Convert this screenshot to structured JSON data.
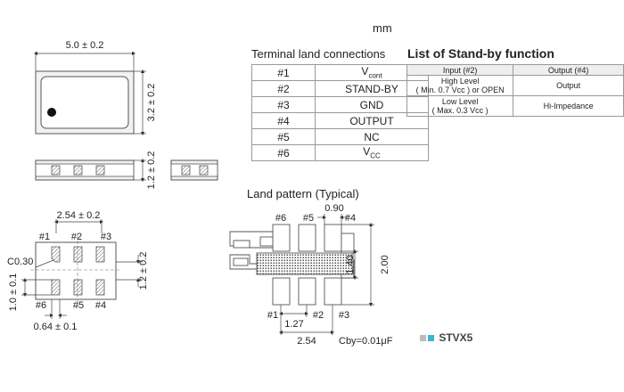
{
  "unit": "mm",
  "package_drawing": {
    "width_dim": "5.0 ± 0.2",
    "height_dim": "3.2 ± 0.2",
    "thickness_dim": "1.2 ± 0.2"
  },
  "bottom_view": {
    "pitch_dim": "2.54 ± 0.2",
    "corner": "C0.30",
    "pad_height_dim": "1.0 ± 0.1",
    "span_dim": "1.2 ± 0.2",
    "pad_width_dim": "0.64 ± 0.1",
    "top_labels": [
      "#1",
      "#2",
      "#3"
    ],
    "bottom_labels": [
      "#6",
      "#5",
      "#4"
    ]
  },
  "terminal_table": {
    "title": "Terminal land connections",
    "rows": [
      {
        "pin": "#1",
        "name": "V",
        "sub": "cont"
      },
      {
        "pin": "#2",
        "name": "STAND-BY",
        "sub": ""
      },
      {
        "pin": "#3",
        "name": "GND",
        "sub": ""
      },
      {
        "pin": "#4",
        "name": "OUTPUT",
        "sub": ""
      },
      {
        "pin": "#5",
        "name": "NC",
        "sub": ""
      },
      {
        "pin": "#6",
        "name": "V",
        "sub": "CC"
      }
    ]
  },
  "standby_table": {
    "title": "List of Stand-by function",
    "headers": [
      "Input (#2)",
      "Output (#4)"
    ],
    "rows": [
      {
        "input_line1": "High Level",
        "input_line2": "( Min. 0.7 Vcc ) or OPEN",
        "output": "Output"
      },
      {
        "input_line1": "Low Level",
        "input_line2": "( Max. 0.3 Vcc )",
        "output": "Hi-Impedance"
      }
    ]
  },
  "land_pattern": {
    "title": "Land pattern (Typical)",
    "pad_width": "0.90",
    "inner_gap": "1.40",
    "total_height": "2.00",
    "pitch": "1.27",
    "span": "2.54",
    "cap": "Cby=0.01μF",
    "top_labels": [
      "#6",
      "#5",
      "#4"
    ],
    "bottom_labels": [
      "#1",
      "#2",
      "#3"
    ]
  },
  "brand": {
    "name": "STVX5",
    "square_colors": [
      "#bbbbbb",
      "#3ab3d8"
    ]
  }
}
